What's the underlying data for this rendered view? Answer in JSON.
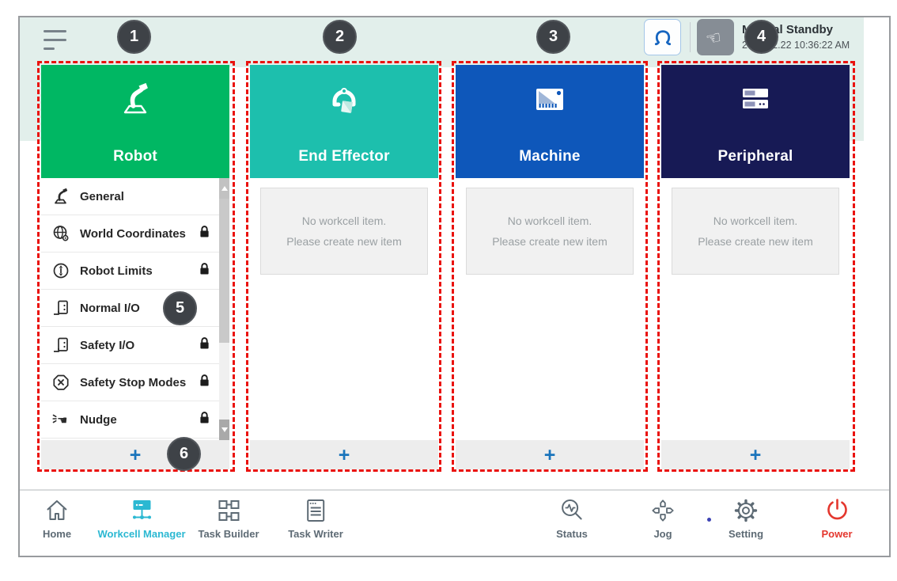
{
  "app": {
    "mode_status": "Manual Standby",
    "timestamp": "2019.02.22 10:36:22 AM"
  },
  "annotations": {
    "badges": [
      "1",
      "2",
      "3",
      "4",
      "5",
      "6"
    ]
  },
  "workcell": {
    "robot": {
      "title": "Robot",
      "items": [
        {
          "label": "General",
          "locked": false
        },
        {
          "label": "World Coordinates",
          "locked": true
        },
        {
          "label": "Robot Limits",
          "locked": true
        },
        {
          "label": "Normal I/O",
          "locked": false
        },
        {
          "label": "Safety I/O",
          "locked": true
        },
        {
          "label": "Safety Stop Modes",
          "locked": true
        },
        {
          "label": "Nudge",
          "locked": true
        }
      ]
    },
    "end_effector": {
      "title": "End Effector"
    },
    "machine": {
      "title": "Machine"
    },
    "peripheral": {
      "title": "Peripheral"
    },
    "empty_state": {
      "line1": "No workcell item.",
      "line2": "Please create new item"
    },
    "add_button_label": "+"
  },
  "nav": {
    "items": [
      {
        "label": "Home",
        "active": false
      },
      {
        "label": "Workcell Manager",
        "active": true
      },
      {
        "label": "Task Builder",
        "active": false
      },
      {
        "label": "Task Writer",
        "active": false
      },
      {
        "label": "Status",
        "active": false
      },
      {
        "label": "Jog",
        "active": false
      },
      {
        "label": "Setting",
        "active": false
      },
      {
        "label": "Power",
        "active": false
      }
    ]
  },
  "colors": {
    "robot_green": "#00b763",
    "end_effector_teal": "#1dbfad",
    "machine_blue": "#0e57ba",
    "peripheral_navy": "#171a55",
    "annotation_red": "#ea120e",
    "active_nav_teal": "#2bb8d2",
    "power_red": "#e4372e",
    "add_plus_blue": "#1b75bc",
    "top_band_mint": "#e2efeb"
  }
}
